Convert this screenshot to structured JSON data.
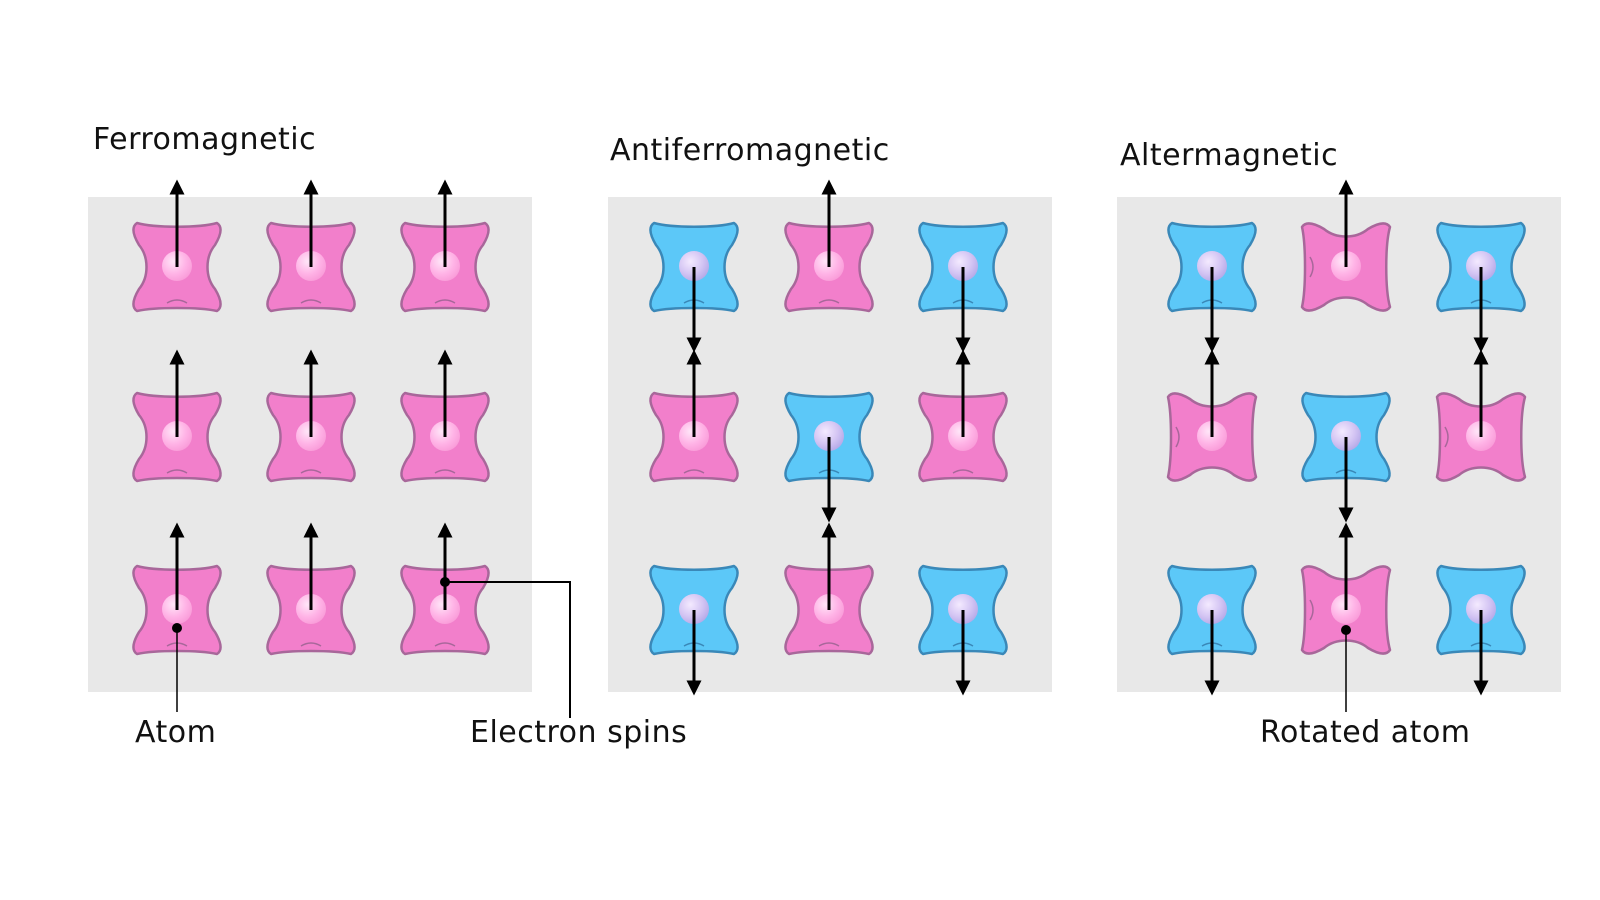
{
  "titles": {
    "ferromagnetic": "Ferromagnetic",
    "antiferromagnetic": "Antiferromagnetic",
    "altermagnetic": "Altermagnetic"
  },
  "labels": {
    "atom": "Atom",
    "electron_spins": "Electron spins",
    "rotated_atom": "Rotated atom"
  },
  "colors": {
    "panel_bg": "#e8e8e8",
    "magenta_fill": "#f27fcb",
    "magenta_stroke": "#a8679a",
    "cyan_fill": "#5cc8f8",
    "cyan_stroke": "#3a88b8",
    "arrow": "#000000"
  },
  "lattices": {
    "ferromagnetic": {
      "rows": [
        [
          {
            "color": "magenta",
            "spin": "up",
            "rotated": false
          },
          {
            "color": "magenta",
            "spin": "up",
            "rotated": false
          },
          {
            "color": "magenta",
            "spin": "up",
            "rotated": false
          }
        ],
        [
          {
            "color": "magenta",
            "spin": "up",
            "rotated": false
          },
          {
            "color": "magenta",
            "spin": "up",
            "rotated": false
          },
          {
            "color": "magenta",
            "spin": "up",
            "rotated": false
          }
        ],
        [
          {
            "color": "magenta",
            "spin": "up",
            "rotated": false
          },
          {
            "color": "magenta",
            "spin": "up",
            "rotated": false
          },
          {
            "color": "magenta",
            "spin": "up",
            "rotated": false
          }
        ]
      ]
    },
    "antiferromagnetic": {
      "rows": [
        [
          {
            "color": "cyan",
            "spin": "down",
            "rotated": false
          },
          {
            "color": "magenta",
            "spin": "up",
            "rotated": false
          },
          {
            "color": "cyan",
            "spin": "down",
            "rotated": false
          }
        ],
        [
          {
            "color": "magenta",
            "spin": "up",
            "rotated": false
          },
          {
            "color": "cyan",
            "spin": "down",
            "rotated": false
          },
          {
            "color": "magenta",
            "spin": "up",
            "rotated": false
          }
        ],
        [
          {
            "color": "cyan",
            "spin": "down",
            "rotated": false
          },
          {
            "color": "magenta",
            "spin": "up",
            "rotated": false
          },
          {
            "color": "cyan",
            "spin": "down",
            "rotated": false
          }
        ]
      ]
    },
    "altermagnetic": {
      "rows": [
        [
          {
            "color": "cyan",
            "spin": "down",
            "rotated": false
          },
          {
            "color": "magenta",
            "spin": "up",
            "rotated": true
          },
          {
            "color": "cyan",
            "spin": "down",
            "rotated": false
          }
        ],
        [
          {
            "color": "magenta",
            "spin": "up",
            "rotated": true
          },
          {
            "color": "cyan",
            "spin": "down",
            "rotated": false
          },
          {
            "color": "magenta",
            "spin": "up",
            "rotated": true
          }
        ],
        [
          {
            "color": "cyan",
            "spin": "down",
            "rotated": false
          },
          {
            "color": "magenta",
            "spin": "up",
            "rotated": true
          },
          {
            "color": "cyan",
            "spin": "down",
            "rotated": false
          }
        ]
      ]
    }
  }
}
